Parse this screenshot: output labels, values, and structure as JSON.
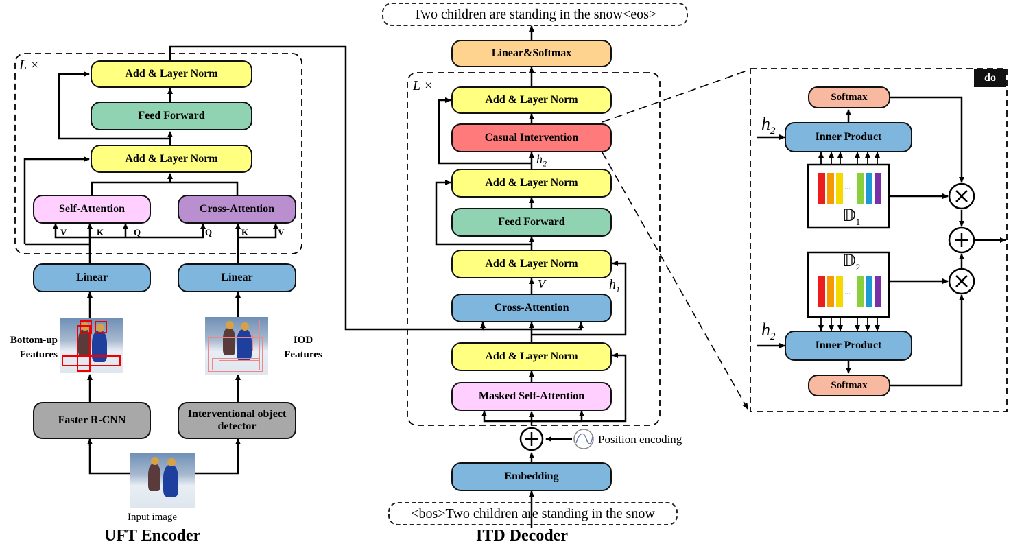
{
  "encoder": {
    "title": "UFT Encoder",
    "layers_label": "L ×",
    "add_norm_top": "Add & Layer Norm",
    "feed_forward": "Feed Forward",
    "add_norm_mid": "Add & Layer Norm",
    "self_attention": "Self-Attention",
    "cross_attention": "Cross-Attention",
    "linear_left": "Linear",
    "linear_right": "Linear",
    "bottom_up_label": "Bottom-up\nFeatures",
    "iod_label": "IOD\nFeatures",
    "faster_rcnn": "Faster R-CNN",
    "iod_detector": "Interventional object detector",
    "input_image": "Input image",
    "v1": "V",
    "k1": "K",
    "q1": "Q",
    "q2": "Q",
    "k2": "K",
    "v2": "V"
  },
  "decoder": {
    "title": "ITD Decoder",
    "layers_label": "L ×",
    "output_caption": "Two children are standing in the snow<eos>",
    "linear_softmax": "Linear&Softmax",
    "add_norm_1": "Add & Layer Norm",
    "casual_intervention": "Casual Intervention",
    "h2": "h",
    "h2_sub": "2",
    "add_norm_2": "Add & Layer Norm",
    "feed_forward": "Feed Forward",
    "add_norm_3": "Add & Layer Norm",
    "v": "V",
    "h1": "h",
    "h1_sub": "1",
    "cross_attention": "Cross-Attention",
    "add_norm_4": "Add & Layer Norm",
    "masked_self_attention": "Masked Self-Attention",
    "position_encoding": "Position encoding",
    "embedding": "Embedding",
    "input_caption": "<bos>Two children are standing in the snow"
  },
  "do_panel": {
    "tag": "do",
    "softmax_top": "Softmax",
    "inner_product_top": "Inner Product",
    "h2_top": "h",
    "h2_top_sub": "2",
    "dict1": "𝔻",
    "dict1_sub": "1",
    "dict2": "𝔻",
    "dict2_sub": "2",
    "ellipsis": "...",
    "inner_product_bottom": "Inner Product",
    "h2_bottom": "h",
    "h2_bottom_sub": "2",
    "softmax_bottom": "Softmax",
    "times_symbol": "×",
    "plus_symbol": "+"
  },
  "colors": {
    "add_norm": "#ffff80",
    "feed_forward": "#8fd3b2",
    "linear_embedding": "#7fb6de",
    "self_attention": "#ffd0ff",
    "cross_attention_enc": "#b98fd0",
    "detector": "#a8a8a8",
    "linear_softmax": "#fdd38f",
    "casual_intervention": "#ff7a7a",
    "softmax": "#f9b8a0",
    "dict_bars": [
      "#ee1c1c",
      "#f59a00",
      "#f5d800",
      "#8bcf3f",
      "#1c9ad6",
      "#1d4fb8",
      "#7b2fa6"
    ]
  }
}
